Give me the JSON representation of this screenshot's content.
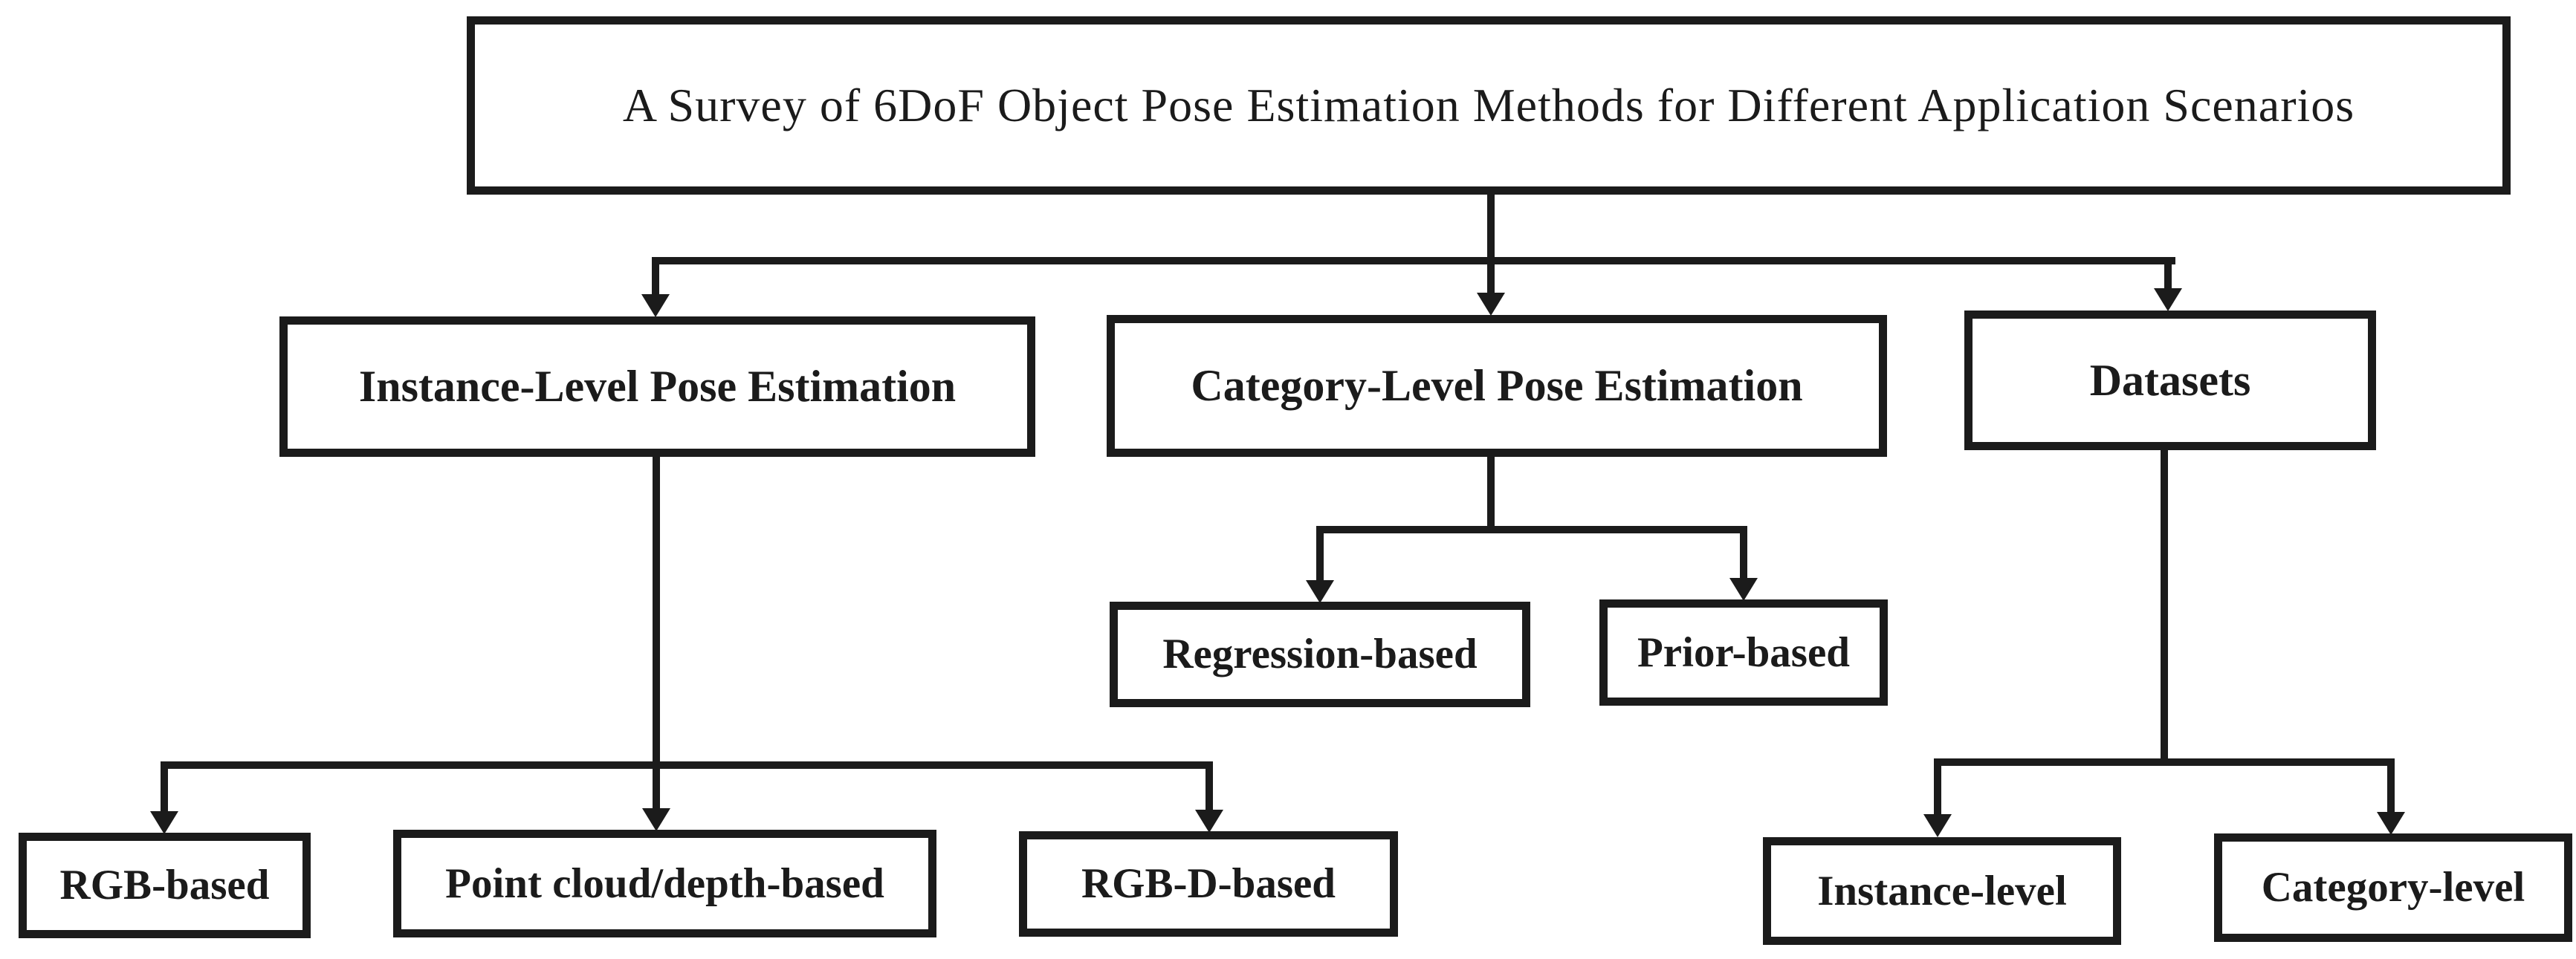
{
  "figure": {
    "title": "A Survey of 6DoF Object Pose Estimation Methods for Different Application Scenarios",
    "branches": [
      {
        "label": "Instance-Level Pose Estimation",
        "children": [
          "RGB-based",
          "Point cloud/depth-based",
          "RGB-D-based"
        ]
      },
      {
        "label": "Category-Level Pose Estimation",
        "children": [
          "Regression-based",
          "Prior-based"
        ]
      },
      {
        "label": "Datasets",
        "children": [
          "Instance-level",
          "Category-level"
        ]
      }
    ],
    "colors": {
      "ink": "#1b1b1b",
      "background": "#ffffff"
    }
  }
}
